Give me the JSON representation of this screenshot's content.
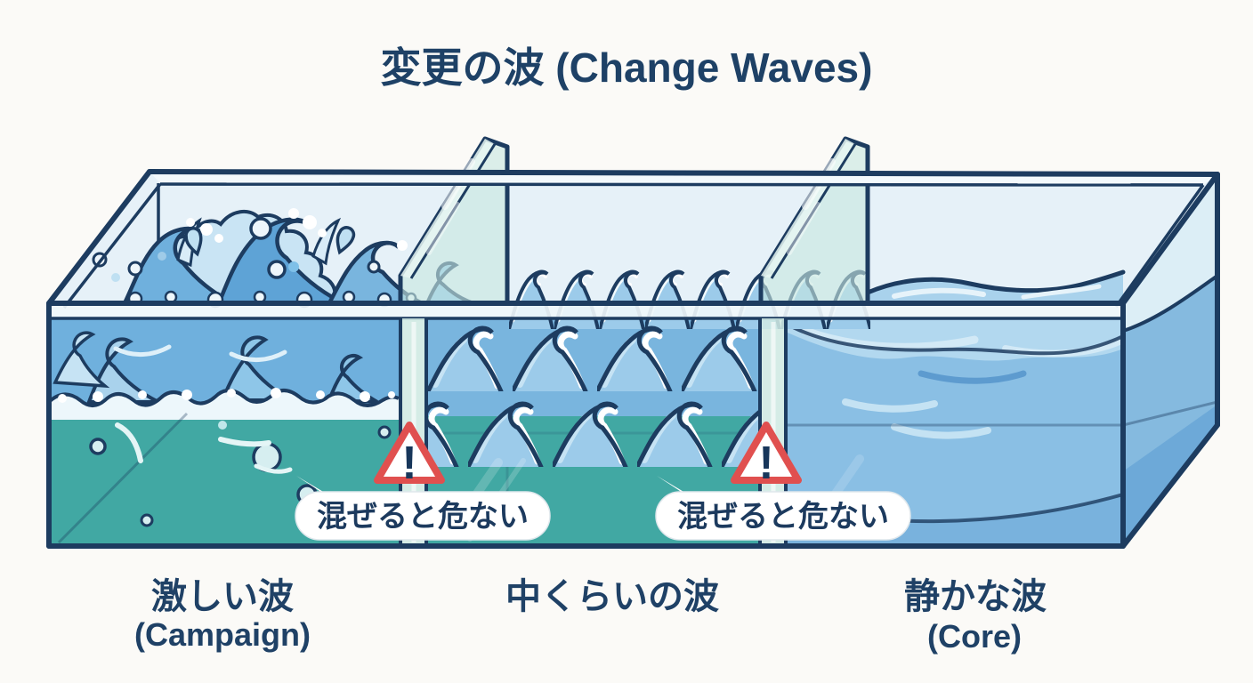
{
  "title": "変更の波 (Change Waves)",
  "tank": {
    "sections": [
      {
        "id": "campaign",
        "label_jp": "激しい波",
        "label_en": "(Campaign)",
        "intensity": "violent"
      },
      {
        "id": "medium",
        "label_jp": "中くらいの波",
        "label_en": "",
        "intensity": "medium"
      },
      {
        "id": "core",
        "label_jp": "静かな波",
        "label_en": "(Core)",
        "intensity": "calm"
      }
    ],
    "dividers": [
      {
        "warning_text": "混ぜると危ない",
        "warning_mark": "!"
      },
      {
        "warning_text": "混ぜると危ない",
        "warning_mark": "!"
      }
    ]
  },
  "icons": {
    "warning_triangle": "warning-triangle-icon"
  },
  "colors": {
    "background": "#fbfaf7",
    "outline_navy": "#1d3c60",
    "text_navy": "#1e4166",
    "back_wall": "#e6f1f8",
    "deep_teal": "#41a8a3",
    "wave_blue": "#6fb0dd",
    "wave_light_blue": "#9ccbea",
    "calm_blue": "#8abfe4",
    "calm_light": "#b2d8ef",
    "foam_white": "#f2fafd",
    "glass_teal": "#cfe9e4",
    "warning_red": "#e0504f",
    "bubble_white": "#ffffff"
  }
}
